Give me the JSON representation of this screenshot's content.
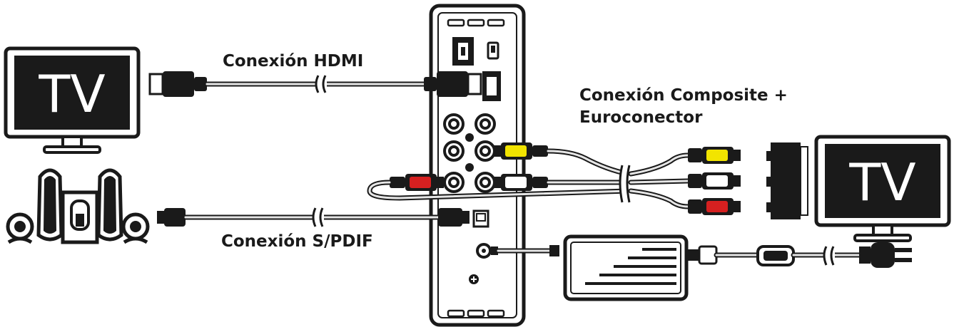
{
  "labels": {
    "hdmi": "Conexión HDMI",
    "composite_line1": "Conexión Composite +",
    "composite_line2": "Euroconector",
    "spdif": "Conexión S/PDIF"
  },
  "tv_left_text": "TV",
  "tv_right_text": "TV",
  "colors": {
    "yellow": "#f2e400",
    "red": "#d62020",
    "white": "#ffffff",
    "black": "#1a1a1a"
  }
}
